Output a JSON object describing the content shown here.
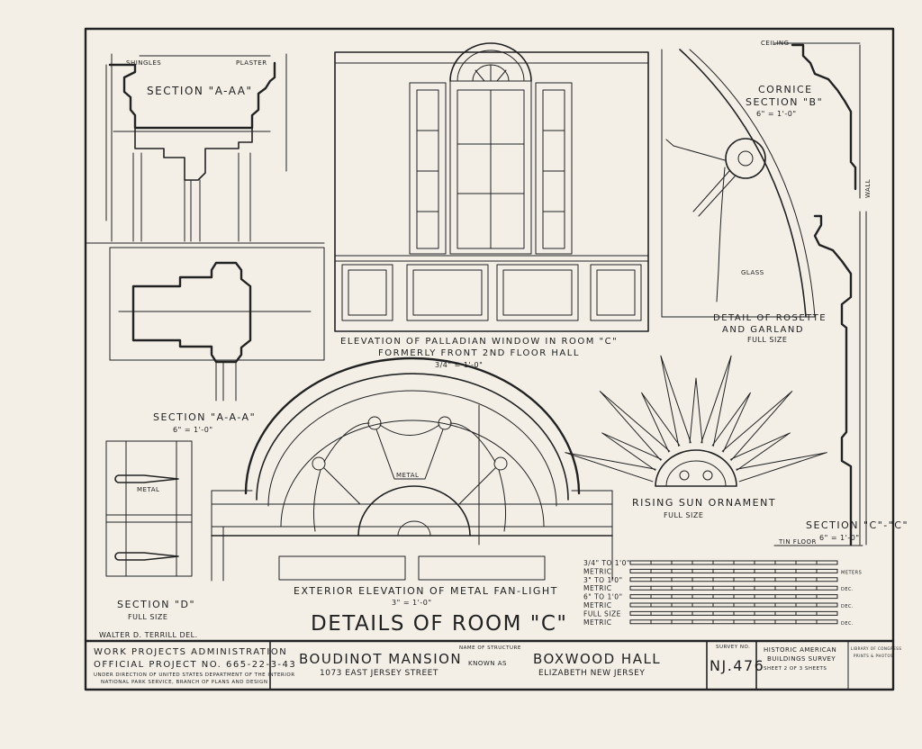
{
  "views": {
    "section_aa": {
      "title": "SECTION \"A-AA\"",
      "shingles": "SHINGLES",
      "plaster": "PLASTER"
    },
    "section_aaa": {
      "title": "SECTION \"A-A-A\"",
      "scale": "6\" = 1'-0\""
    },
    "palladian": {
      "line1": "ELEVATION OF PALLADIAN WINDOW IN ROOM \"C\"",
      "line2": "FORMERLY FRONT 2ND FLOOR HALL",
      "scale": "3/4\" = 1'-0\""
    },
    "cornice": {
      "ceiling": "CEILING",
      "title": "CORNICE",
      "subtitle": "SECTION \"B\"",
      "scale": "6\" = 1'-0\"",
      "wall": "WALL"
    },
    "rosette": {
      "line1": "DETAIL OF ROSETTE",
      "line2": "AND GARLAND",
      "scale": "FULL SIZE",
      "glass": "GLASS"
    },
    "rising_sun": {
      "title": "RISING SUN ORNAMENT",
      "scale": "FULL SIZE"
    },
    "section_cc": {
      "title": "SECTION \"C\"-\"C\"",
      "scale": "6\" = 1'-0\"",
      "floor": "TIN FLOOR"
    },
    "section_d": {
      "title": "SECTION \"D\"",
      "scale": "FULL SIZE",
      "metal": "METAL"
    },
    "fanlight": {
      "line1": "EXTERIOR ELEVATION OF METAL FAN-LIGHT",
      "scale": "3\" = 1'-0\"",
      "metal": "METAL"
    }
  },
  "sheet_title": "DETAILS OF ROOM \"C\"",
  "delineator": "WALTER D. TERRILL DEL.",
  "scales": [
    {
      "label": "3/4\" TO 1'0\"",
      "unit": ""
    },
    {
      "label": "METRIC",
      "unit": "METERS"
    },
    {
      "label": "3\" TO 1'0\"",
      "unit": ""
    },
    {
      "label": "METRIC",
      "unit": "DEC."
    },
    {
      "label": "6\" TO 1'0\"",
      "unit": ""
    },
    {
      "label": "METRIC",
      "unit": "DEC."
    },
    {
      "label": "FULL SIZE",
      "unit": ""
    },
    {
      "label": "METRIC",
      "unit": "DEC."
    }
  ],
  "title_block": {
    "agency": "WORK PROJECTS ADMINISTRATION",
    "project": "OFFICIAL PROJECT NO. 665-22-3-43",
    "direction1": "UNDER DIRECTION OF UNITED STATES DEPARTMENT OF THE INTERIOR",
    "direction2": "NATIONAL PARK SERVICE, BRANCH OF PLANS AND DESIGN",
    "name_label": "NAME OF STRUCTURE",
    "name": "BOUDINOT MANSION",
    "known_as": "KNOWN AS",
    "alt_name": "BOXWOOD HALL",
    "street": "1073 EAST JERSEY STREET",
    "city": "ELIZABETH NEW JERSEY",
    "survey_label": "SURVEY NO.",
    "survey_no": "NJ.476",
    "program1": "HISTORIC AMERICAN",
    "program2": "BUILDINGS SURVEY",
    "sheet": "SHEET 2 OF 3 SHEETS",
    "library1": "LIBRARY OF CONGRESS",
    "library2": "PRINTS & PHOTOS"
  }
}
